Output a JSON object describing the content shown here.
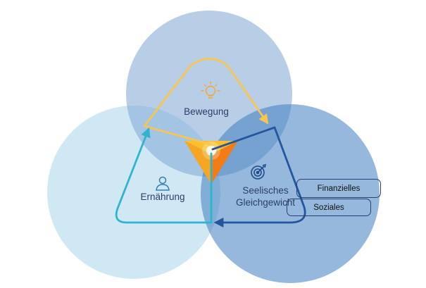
{
  "diagram": {
    "areas": [
      {
        "id": "bewegung",
        "label": "Bewegung",
        "icon": "lightbulb-icon",
        "circle_color": "#7ea6d3"
      },
      {
        "id": "ernaehrung",
        "label": "Ernährung",
        "icon": "person-icon",
        "circle_color": "#a9d6ea"
      },
      {
        "id": "seelisches",
        "label_line1": "Seelisches",
        "label_line2": "Gleichgewicht",
        "icon": "target-icon",
        "circle_color": "#3f7dc0"
      }
    ],
    "tags": [
      {
        "label": "Finanzielles"
      },
      {
        "label": "Soziales"
      }
    ],
    "arrow_colors": {
      "bewegung": "#f6c650",
      "ernaehrung": "#2fb4cf",
      "seelisches": "#23569c"
    },
    "center_colors": [
      "#f9c02a",
      "#f28d1e",
      "#ff7a12"
    ]
  }
}
